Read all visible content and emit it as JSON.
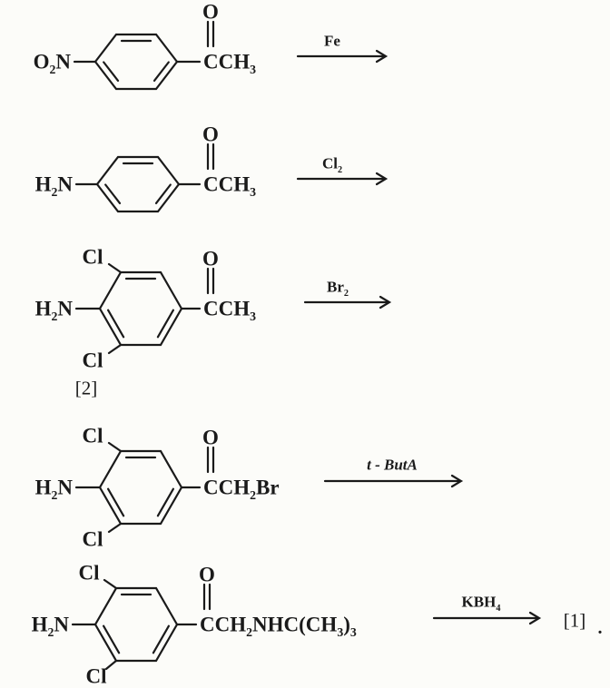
{
  "notation": "text between underscores renders as subscript",
  "colors": {
    "ink": "#1a1a1a",
    "paper": "#fcfcf9"
  },
  "scheme": {
    "rows": [
      {
        "left_group": "O_2_N",
        "carbonyl_oxygen": "O",
        "chain": "CCH_3_",
        "reagent": "Fe"
      },
      {
        "left_group": "H_2_N",
        "carbonyl_oxygen": "O",
        "chain": "CCH_3_",
        "reagent": "Cl_2_"
      },
      {
        "left_group": "H_2_N",
        "substituent_top": "Cl",
        "substituent_bottom": "Cl",
        "carbonyl_oxygen": "O",
        "chain": "CCH_3_",
        "reagent": "Br_2_",
        "compound_label": "[2]"
      },
      {
        "left_group": "H_2_N",
        "substituent_top": "Cl",
        "substituent_bottom": "Cl",
        "carbonyl_oxygen": "O",
        "chain": "CCH_2_Br",
        "reagent": "t - ButA"
      },
      {
        "left_group": "H_2_N",
        "substituent_top": "Cl",
        "substituent_bottom": "Cl",
        "carbonyl_oxygen": "O",
        "chain": "CCH_2_NHC(CH_3_)_3_",
        "reagent": "KBH_4_",
        "product_label": "[1]",
        "trailing_mark": "."
      }
    ]
  }
}
